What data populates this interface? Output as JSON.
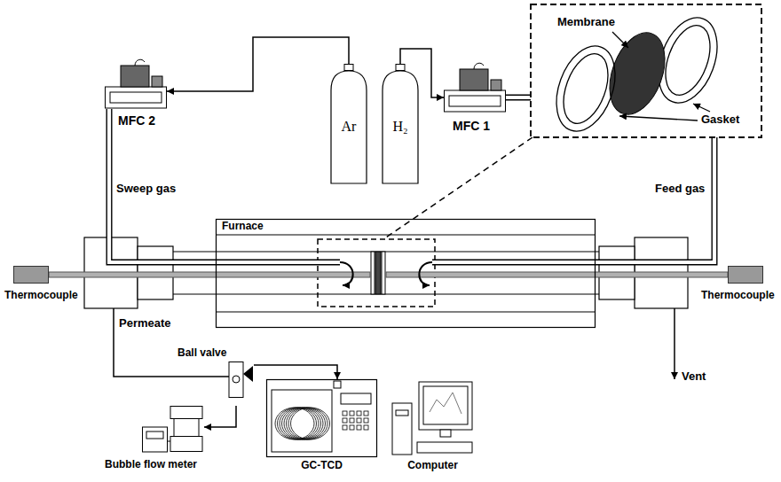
{
  "diagram": {
    "nodes": [
      {
        "text": [
          "MFC 2"
        ]
      },
      {
        "text": [
          "Ar"
        ]
      },
      {
        "text": [
          "H₂"
        ]
      },
      {
        "text": [
          "MFC 1"
        ]
      },
      {
        "text": [
          "Furnace"
        ]
      },
      {
        "text": [
          "Thermocouple"
        ]
      },
      {
        "text": [
          "Thermocouple"
        ]
      },
      {
        "text": [
          "Ball valve"
        ]
      },
      {
        "text": [
          "Bubble flow meter"
        ]
      },
      {
        "text": [
          "GC-TCD"
        ]
      },
      {
        "text": [
          "Computer"
        ]
      }
    ],
    "edges": [
      {
        "from": 1,
        "to": 0,
        "arrow": "to"
      },
      {
        "from": 2,
        "to": 3,
        "arrow": "to"
      },
      {
        "from": 7,
        "to": 8,
        "arrow": "to"
      },
      {
        "from": 7,
        "to": 9,
        "arrow": "to"
      }
    ],
    "labels": [
      "Membrane",
      "Gasket",
      "Sweep gas",
      "Feed gas",
      "Permeate",
      "Vent"
    ]
  }
}
